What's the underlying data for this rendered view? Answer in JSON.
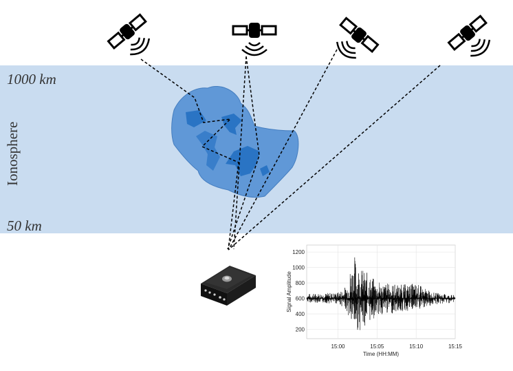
{
  "ionosphere": {
    "label": "Ionosphere",
    "top_altitude": "1000 km",
    "bottom_altitude": "50 km",
    "band_color": "#c9dcf0",
    "cloud_color": "#5b95d6",
    "patch_color": "#2a74c4"
  },
  "satellites": [
    {
      "name": "satellite-1"
    },
    {
      "name": "satellite-2"
    },
    {
      "name": "satellite-3"
    },
    {
      "name": "satellite-4"
    }
  ],
  "receiver": {
    "name": "gnss-receiver"
  },
  "chart_data": {
    "type": "line",
    "title": "",
    "xlabel": "Time (HH:MM)",
    "ylabel": "Signal Amplitude",
    "x_ticks": [
      "15:00",
      "15:05",
      "15:10",
      "15:15"
    ],
    "y_ticks": [
      200,
      400,
      600,
      800,
      1000,
      1200
    ],
    "ylim": [
      80,
      1290
    ],
    "xlim": [
      "14:56",
      "15:15"
    ],
    "grid": true,
    "series": [
      {
        "color": "#000000",
        "baseline": 600,
        "envelope": {
          "time": [
            "14:56",
            "15:00",
            "15:01",
            "15:02",
            "15:03",
            "15:05",
            "15:08",
            "15:10",
            "15:12",
            "15:15"
          ],
          "upper": [
            660,
            680,
            760,
            1200,
            1000,
            820,
            780,
            800,
            680,
            640
          ],
          "lower": [
            550,
            530,
            460,
            150,
            200,
            370,
            420,
            430,
            510,
            550
          ]
        }
      }
    ]
  }
}
